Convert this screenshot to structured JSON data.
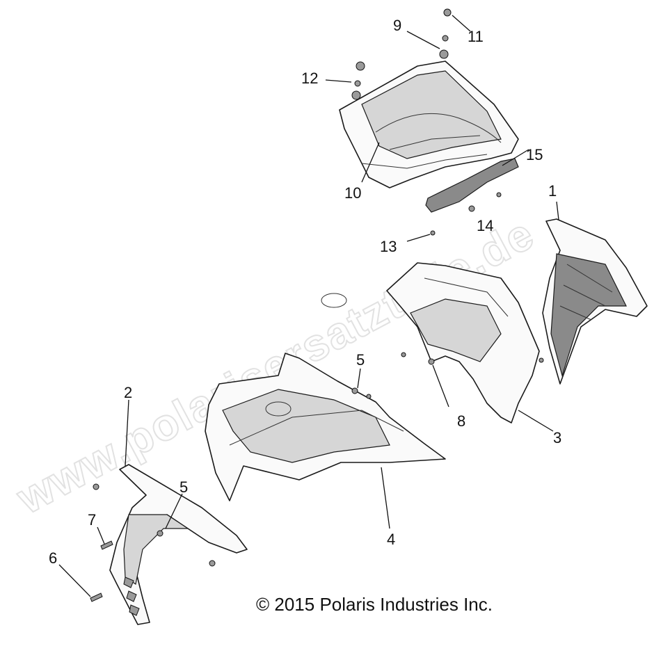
{
  "watermark": "www.polarisersatzteile.de",
  "copyright": "© 2015 Polaris Industries Inc.",
  "callouts": {
    "c1": "1",
    "c2": "2",
    "c3": "3",
    "c4": "4",
    "c5a": "5",
    "c5b": "5",
    "c6": "6",
    "c7": "7",
    "c8": "8",
    "c9": "9",
    "c10": "10",
    "c11": "11",
    "c12": "12",
    "c13": "13",
    "c14": "14",
    "c15": "15"
  }
}
